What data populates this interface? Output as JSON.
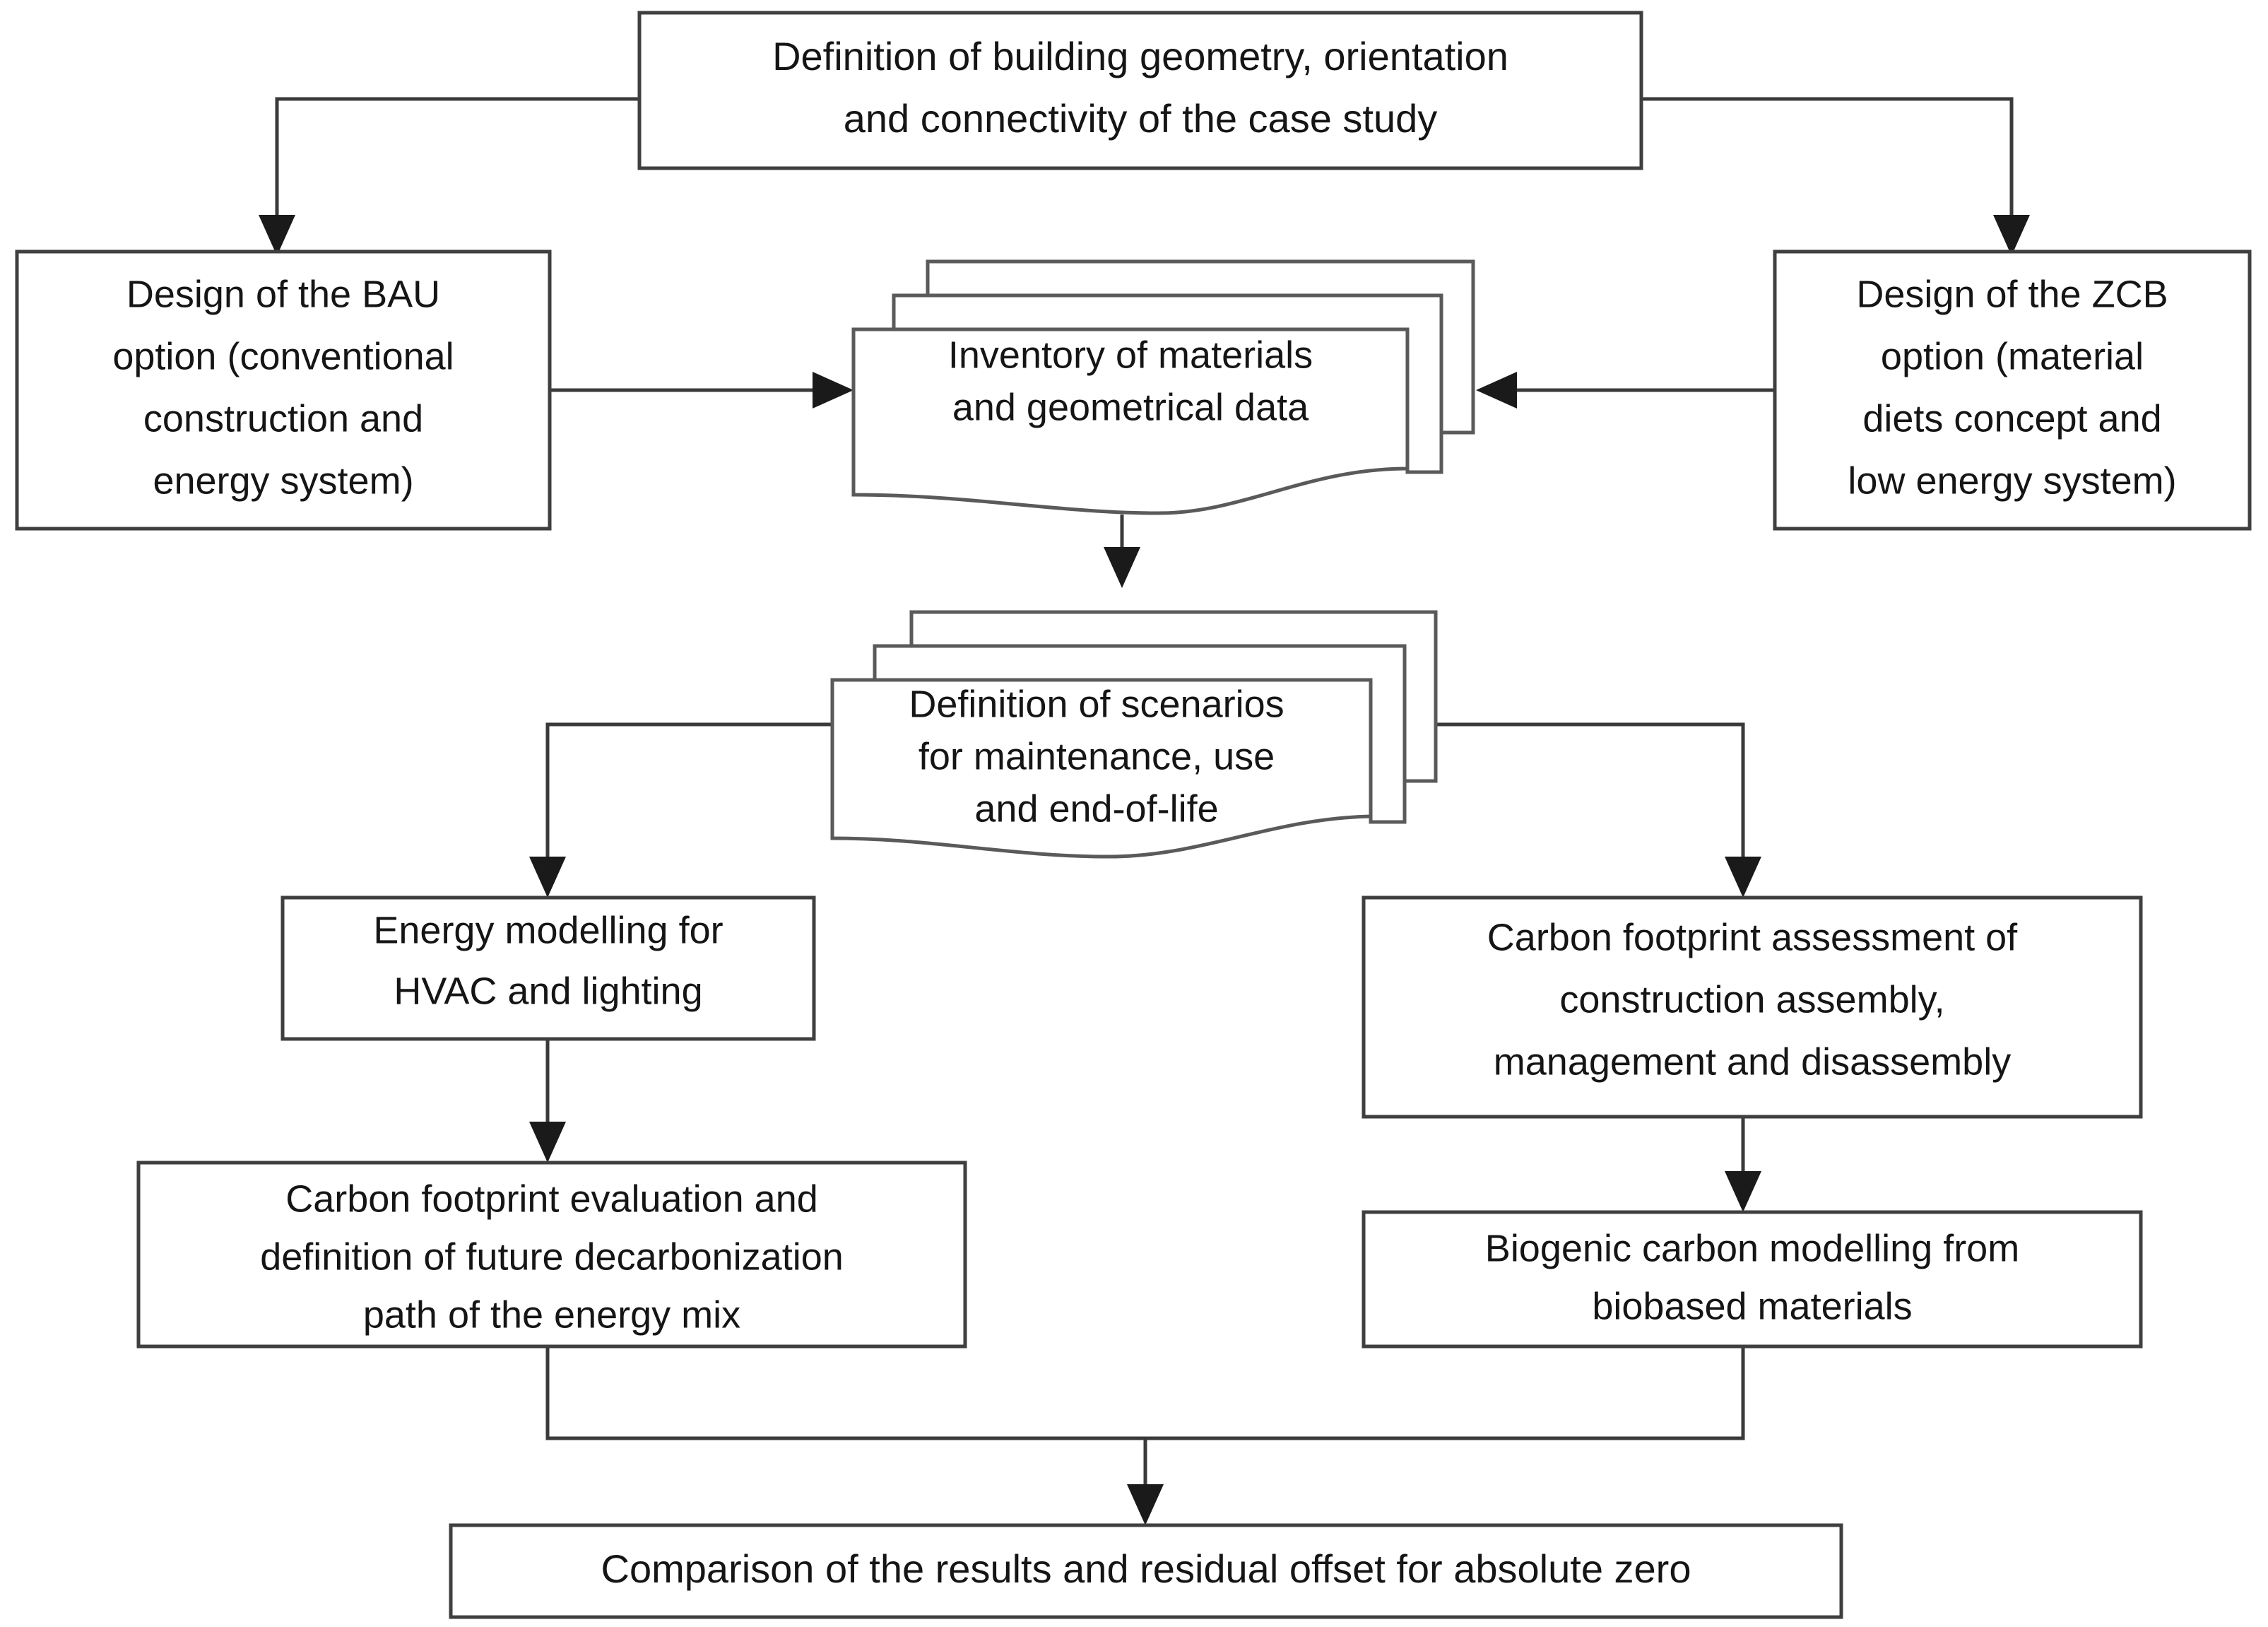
{
  "diagram": {
    "title": "Zero carbon building assessment methodology flowchart",
    "type": "flowchart",
    "background_color": "#ffffff",
    "line_color": "#3a3a3a",
    "text_color": "#151515"
  },
  "nodes": {
    "definition_geometry": {
      "id": "definition-geometry",
      "shape": "rectangle",
      "lines": [
        "Definition of building geometry, orientation",
        "and connectivity of the case study"
      ]
    },
    "design_bau": {
      "id": "design-bau",
      "shape": "rectangle",
      "lines": [
        "Design of the BAU",
        "option (conventional",
        "construction and",
        "energy system)"
      ]
    },
    "design_zcb": {
      "id": "design-zcb",
      "shape": "rectangle",
      "lines": [
        "Design of the ZCB",
        "option (material",
        "diets concept and",
        "low energy system)"
      ]
    },
    "inventory_materials": {
      "id": "inventory-materials",
      "shape": "multi-document",
      "lines": [
        "Inventory of materials",
        "and geometrical data"
      ]
    },
    "definition_scenarios": {
      "id": "definition-scenarios",
      "shape": "multi-document",
      "lines": [
        "Definition of scenarios",
        "for maintenance, use",
        "and end-of-life"
      ]
    },
    "energy_modelling": {
      "id": "energy-modelling",
      "shape": "rectangle",
      "lines": [
        "Energy modelling for",
        "HVAC and lighting"
      ]
    },
    "carbon_assessment": {
      "id": "carbon-footprint-assessment",
      "shape": "rectangle",
      "lines": [
        "Carbon footprint assessment of",
        "construction assembly,",
        "management and disassembly"
      ]
    },
    "carbon_evaluation": {
      "id": "carbon-footprint-evaluation",
      "shape": "rectangle",
      "lines": [
        "Carbon footprint evaluation and",
        "definition of future decarbonization",
        "path of the energy mix"
      ]
    },
    "biogenic_carbon": {
      "id": "biogenic-carbon-modelling",
      "shape": "rectangle",
      "lines": [
        "Biogenic carbon modelling  from",
        "biobased materials"
      ]
    },
    "comparison_results": {
      "id": "comparison-results",
      "shape": "rectangle",
      "lines": [
        "Comparison of the results and residual offset for absolute zero"
      ]
    }
  },
  "edges": [
    {
      "id": "edge-geometry-to-bau",
      "from": "definition_geometry",
      "to": "design_bau",
      "routing": "left-elbow",
      "arrow": "down"
    },
    {
      "id": "edge-geometry-to-zcb",
      "from": "definition_geometry",
      "to": "design_zcb",
      "routing": "right-elbow",
      "arrow": "down"
    },
    {
      "id": "edge-bau-to-inventory",
      "from": "design_bau",
      "to": "inventory_materials",
      "routing": "straight",
      "arrow": "right"
    },
    {
      "id": "edge-zcb-to-inventory",
      "from": "design_zcb",
      "to": "inventory_materials",
      "routing": "straight",
      "arrow": "left"
    },
    {
      "id": "edge-inventory-to-scenarios",
      "from": "inventory_materials",
      "to": "definition_scenarios",
      "routing": "straight",
      "arrow": "down"
    },
    {
      "id": "edge-scenarios-to-energy",
      "from": "definition_scenarios",
      "to": "energy_modelling",
      "routing": "left-elbow",
      "arrow": "down"
    },
    {
      "id": "edge-scenarios-to-assessment",
      "from": "definition_scenarios",
      "to": "carbon_assessment",
      "routing": "right-elbow",
      "arrow": "down"
    },
    {
      "id": "edge-energy-to-evaluation",
      "from": "energy_modelling",
      "to": "carbon_evaluation",
      "routing": "straight",
      "arrow": "down"
    },
    {
      "id": "edge-assessment-to-biogenic",
      "from": "carbon_assessment",
      "to": "biogenic_carbon",
      "routing": "straight",
      "arrow": "down"
    },
    {
      "id": "edge-evaluation-to-comparison",
      "from": "carbon_evaluation",
      "to": "comparison_results",
      "routing": "merge-elbow",
      "arrow": "down"
    },
    {
      "id": "edge-biogenic-to-comparison",
      "from": "biogenic_carbon",
      "to": "comparison_results",
      "routing": "merge-elbow",
      "arrow": "down"
    }
  ]
}
